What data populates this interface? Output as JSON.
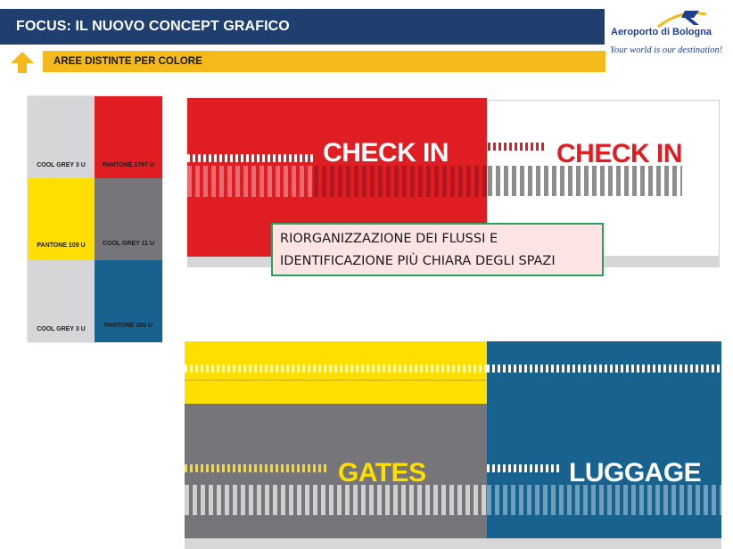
{
  "header": {
    "title": "FOCUS: IL NUOVO CONCEPT GRAFICO",
    "subtitle": "AREE DISTINTE PER COLORE",
    "arrow_icon": "up-arrow-icon"
  },
  "logo": {
    "name": "Aeroporto di Bologna",
    "tagline": "Your world is our destination!",
    "icon": "airplane-logo-icon"
  },
  "colors": {
    "title_bar": "#1f3f6e",
    "accent_yellow": "#f4b91a",
    "red": "#e11d24",
    "grey": "#76767a",
    "blue": "#17628f",
    "yellow": "#ffde00",
    "cool_grey_3": "#d6d6d8",
    "note_border": "#2aa15a"
  },
  "swatches": [
    {
      "label": "COOL GREY 3 U",
      "color": "#d6d6d8",
      "text_color": "#1a1a1a"
    },
    {
      "label": "PANTONE 1797 U",
      "color": "#e11d24",
      "text_color": "#1a1a1a"
    },
    {
      "label": "PANTONE 109 U",
      "color": "#ffde00",
      "text_color": "#1a1a1a"
    },
    {
      "label": "COOL GREY 11 U",
      "color": "#76767a",
      "text_color": "#1a1a1a"
    },
    {
      "label": "COOL GREY 3 U",
      "color": "#d6d6d8",
      "text_color": "#1a1a1a"
    },
    {
      "label": "PANTONE 300 U",
      "color": "#17628f",
      "text_color": "#1a1a1a"
    }
  ],
  "signs": {
    "checkin_red": "CHECK IN",
    "checkin_white": "CHECK IN",
    "gates": "GATES",
    "luggage": "LUGGAGE"
  },
  "note": {
    "line1": "RIORGANIZZAZIONE DEI FLUSSI E",
    "line2": "IDENTIFICAZIONE PIÙ CHIARA DEGLI SPAZI"
  }
}
